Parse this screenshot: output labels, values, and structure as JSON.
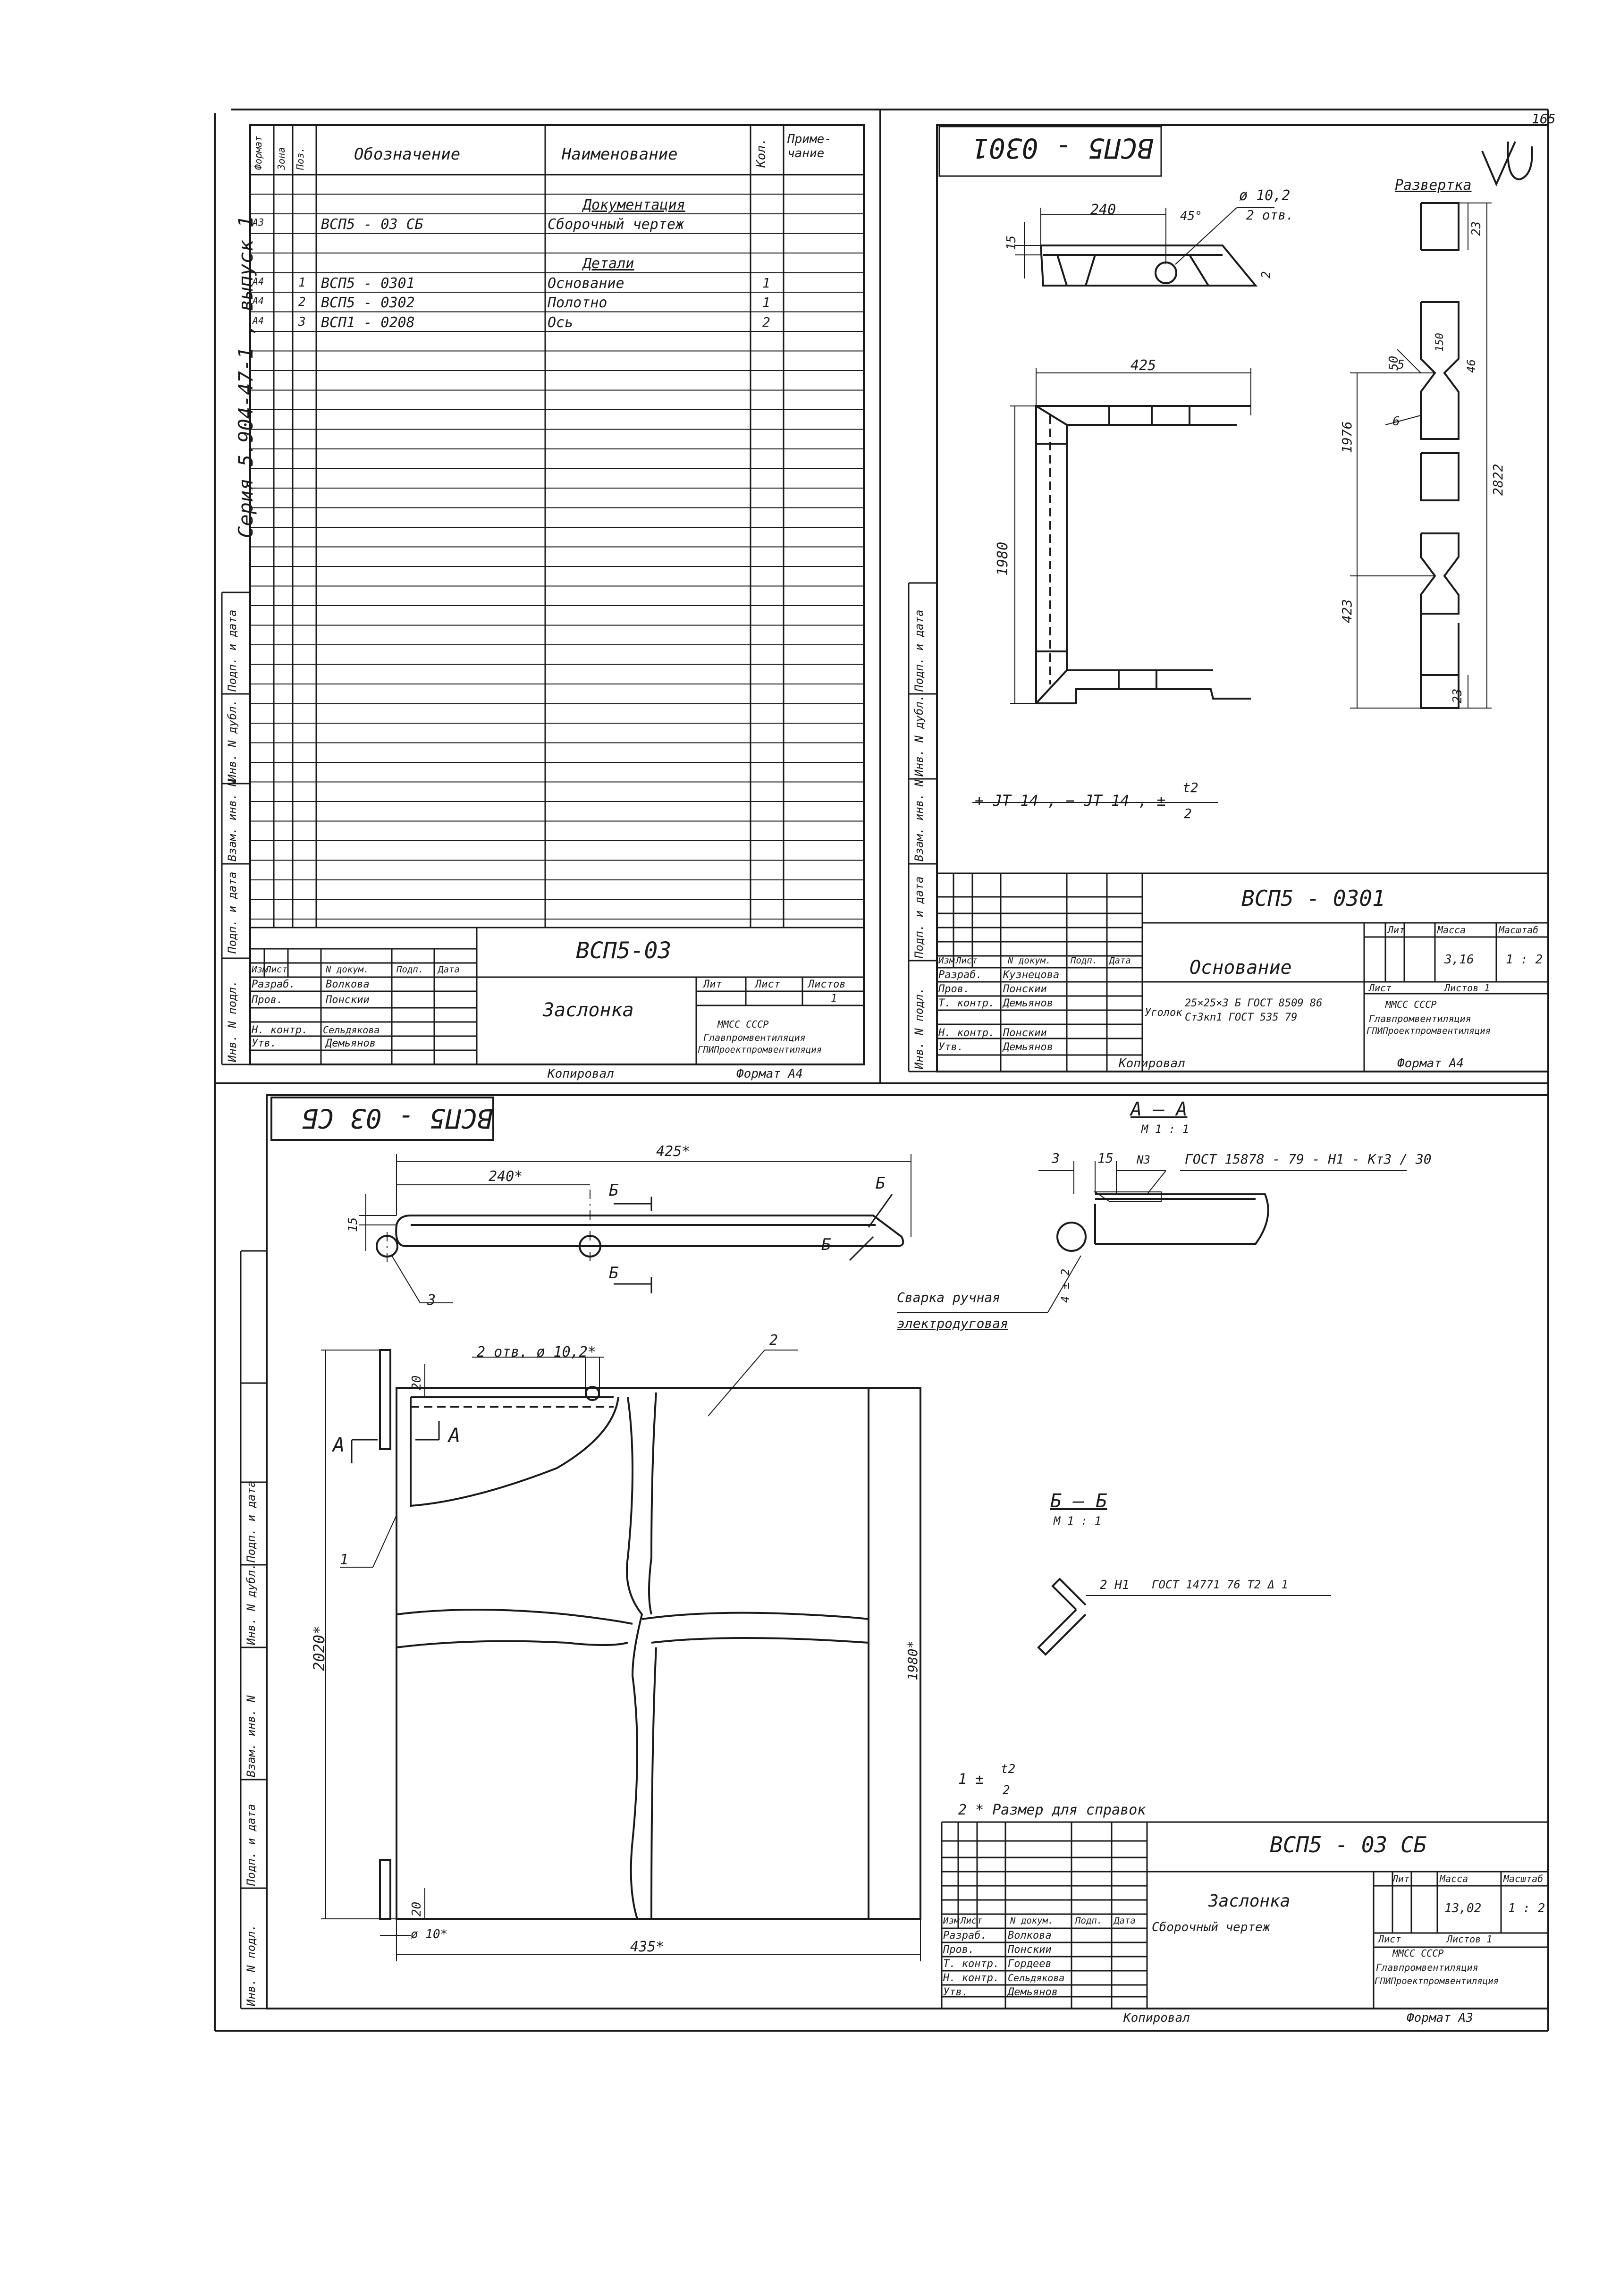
{
  "page_number": "165",
  "series_text": "Серия 5.904-47-1 , выпуск 1",
  "spec": {
    "headers": {
      "format": "Формат",
      "zone": "Зона",
      "pos": "Поз.",
      "designation": "Обозначение",
      "name": "Наименование",
      "qty": "Кол.",
      "note": "Приме-чание"
    },
    "rows": [
      {
        "format": "",
        "pos": "",
        "designation": "",
        "name": "Документация",
        "qty": "",
        "note": "",
        "section": true
      },
      {
        "format": "А3",
        "pos": "",
        "designation": "ВСП5 - 03  СБ",
        "name": "Сборочный  чертеж",
        "qty": "",
        "note": ""
      },
      {
        "format": "",
        "pos": "",
        "designation": "",
        "name": "Детали",
        "qty": "",
        "note": "",
        "section": true
      },
      {
        "format": "А4",
        "pos": "1",
        "designation": "ВСП5 - 0301",
        "name": "Основание",
        "qty": "1",
        "note": ""
      },
      {
        "format": "А4",
        "pos": "2",
        "designation": "ВСП5 - 0302",
        "name": "Полотно",
        "qty": "1",
        "note": ""
      },
      {
        "format": "А4",
        "pos": "3",
        "designation": "ВСП1 - 0208",
        "name": "Ось",
        "qty": "2",
        "note": ""
      }
    ],
    "title_doc": "ВСП5-03",
    "title_name": "Заслонка",
    "org_line1": "ММСС        СССР",
    "org_line2": "Главпромвентиляция",
    "org_line3": "ГПИПроектпромвентиляция",
    "col_lit": "Лит",
    "col_sheet": "Лист",
    "col_sheets": "Листов",
    "sheets_value": "1",
    "copied": "Копировал",
    "format": "Формат  А4"
  },
  "stamp_rows": {
    "head": [
      "Изм",
      "Лист",
      "N докум.",
      "Подп.",
      "Дата"
    ],
    "razrab": "Разраб.",
    "prov": "Пров.",
    "tkontr": "Т. контр.",
    "nkontr": "Н. контр.",
    "utv": "Утв."
  },
  "spec_people": {
    "razrab": "Волкова",
    "prov": "Понскии",
    "nkontr": "Сельдякова",
    "utv": "Демьянов"
  },
  "side_labels": [
    "Инв. N подл.",
    "Подп. и дата",
    "Взам. инв. N",
    "Инв. N дубл.",
    "Подп. и дата"
  ],
  "detail": {
    "mirrored_code": "ВСП5 - 0301",
    "development_label": "Развертка",
    "dims": {
      "d240": "240",
      "d15": "15",
      "d45": "45°",
      "hole": "ø 10,2",
      "holes_count": "2 отв.",
      "d2": "2",
      "d425": "425",
      "d1980": "1980",
      "d23a": "23",
      "d50": "50",
      "d5": "5",
      "d150": "150",
      "d46": "46",
      "d6": "6",
      "d1976": "1976",
      "d2822": "2822",
      "d423": "423",
      "d23b": "23"
    },
    "tolerance": "+ JT 14 ,  − JT 14 ,  ±",
    "tol_num": "t2",
    "tol_den": "2",
    "title_doc": "ВСП5 - 0301",
    "title_name": "Основание",
    "mass_label": "Масса",
    "scale_label": "Масштаб",
    "mass_value": "3,16",
    "scale_value": "1 : 2",
    "material_a": "Уголок",
    "material_b": "25×25×3  Б ГОСТ 8509  86",
    "material_c": "Ст3кп1 ГОСТ 535  79",
    "sheet_label": "Лист",
    "sheets_label": "Листов  1",
    "org_line1": "ММСС        СССР",
    "org_line2": "Главпромвентиляция",
    "org_line3": "ГПИПроектпромвентиляция",
    "copied": "Копировал",
    "format": "Формат  А4",
    "people": {
      "razrab": "Кузнецова",
      "prov": "Понскии",
      "tkontr": "Демьянов",
      "nkontr": "Понскии",
      "utv": "Демьянов"
    }
  },
  "assembly": {
    "mirrored_code": "ВСП5 - 03 СБ",
    "d425": "425*",
    "d240": "240*",
    "d15": "15",
    "section_b": "Б",
    "leader3": "3",
    "holes": "2 отв. ø 10,2*",
    "d20a": "20",
    "section_a": "А",
    "leader1": "1",
    "leader2": "2",
    "d2020": "2020*",
    "d1980": "1980*",
    "d20b": "20",
    "d10": "ø 10*",
    "d435": "435*",
    "aa_title": "А – А",
    "aa_scale": "М 1 : 1",
    "aa_3": "3",
    "aa_15": "15",
    "aa_weld": "N3",
    "aa_gost": "ГОСТ 15878 - 79 - Н1 - Кт3 / 30",
    "aa_4": "4 ± 2",
    "weld_note1": "Сварка ручная",
    "weld_note2": "электродуговая",
    "bb_title": "Б – Б",
    "bb_scale": "М 1 : 1",
    "bb_weld": "2 Н1",
    "bb_gost": "ГОСТ 14771  76  Т2  Δ 1",
    "note1": "1  ±",
    "note1_num": "t2",
    "note1_den": "2",
    "note2": "2 *  Размер    для    справок",
    "title_doc": "ВСП5 - 03  СБ",
    "title_name": "Заслонка",
    "title_sub": "Сборочный     чертеж",
    "lit_label": "Лит",
    "mass_label": "Масса",
    "scale_label": "Масштаб",
    "mass_value": "13,02",
    "scale_value": "1 : 2",
    "sheet_label": "Лист",
    "sheets_label": "Листов  1",
    "org_line1": "ММСС        СССР",
    "org_line2": "Главпромвентиляция",
    "org_line3": "ГПИПроектпромвентиляция",
    "copied": "Копировал",
    "format": "Формат  А3",
    "people": {
      "razrab": "Волкова",
      "prov": "Понскии",
      "tkontr": "Гордеев",
      "nkontr": "Сельдякова",
      "utv": "Демьянов"
    }
  }
}
